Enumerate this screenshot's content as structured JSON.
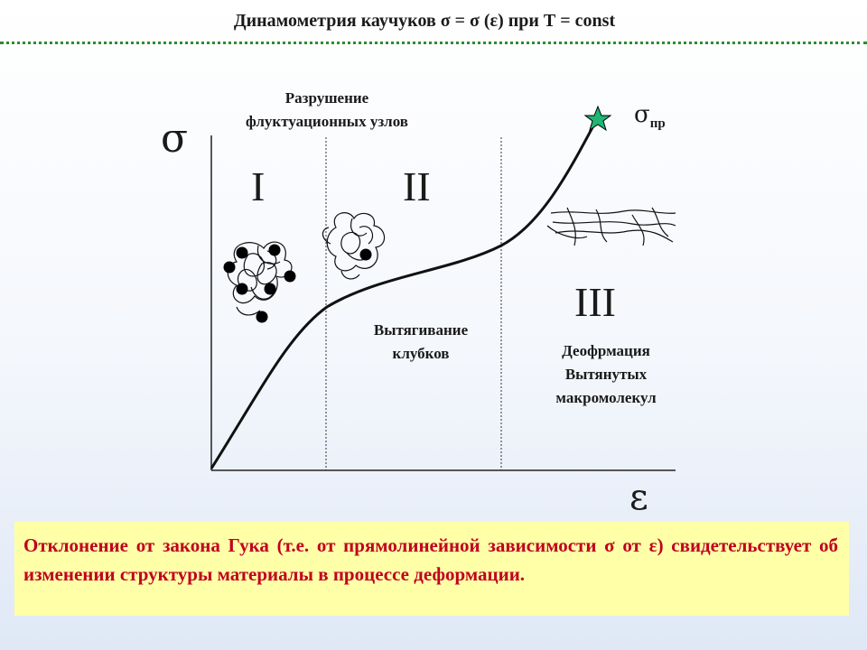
{
  "title": "Динамометрия каучуков  σ = σ (ε) при Т = const",
  "axes": {
    "y_symbol": "σ",
    "x_symbol": "ε"
  },
  "break_point": {
    "symbol": "σ",
    "subscript": "пр",
    "marker_color": "#1fb573"
  },
  "regions": [
    {
      "numeral": "I"
    },
    {
      "numeral": "II"
    },
    {
      "numeral": "III"
    }
  ],
  "labels": {
    "breakdown_line1": "Разрушение",
    "breakdown_line2": "флуктуационных узлов",
    "stretch_line1": "Вытягивание",
    "stretch_line2": "клубков",
    "deform_line1": "Деофрмация",
    "deform_line2": "Вытянутых",
    "deform_line3": "макромолекул"
  },
  "note": "Отклонение от закона Гука (т.е. от прямолинейной зависимости σ от ε) свидетельствует об изменении структуры материалы в процессе деформации.",
  "colors": {
    "divider": "#2e8b2e",
    "note_bg": "#ffffa8",
    "note_text": "#c0001e"
  }
}
